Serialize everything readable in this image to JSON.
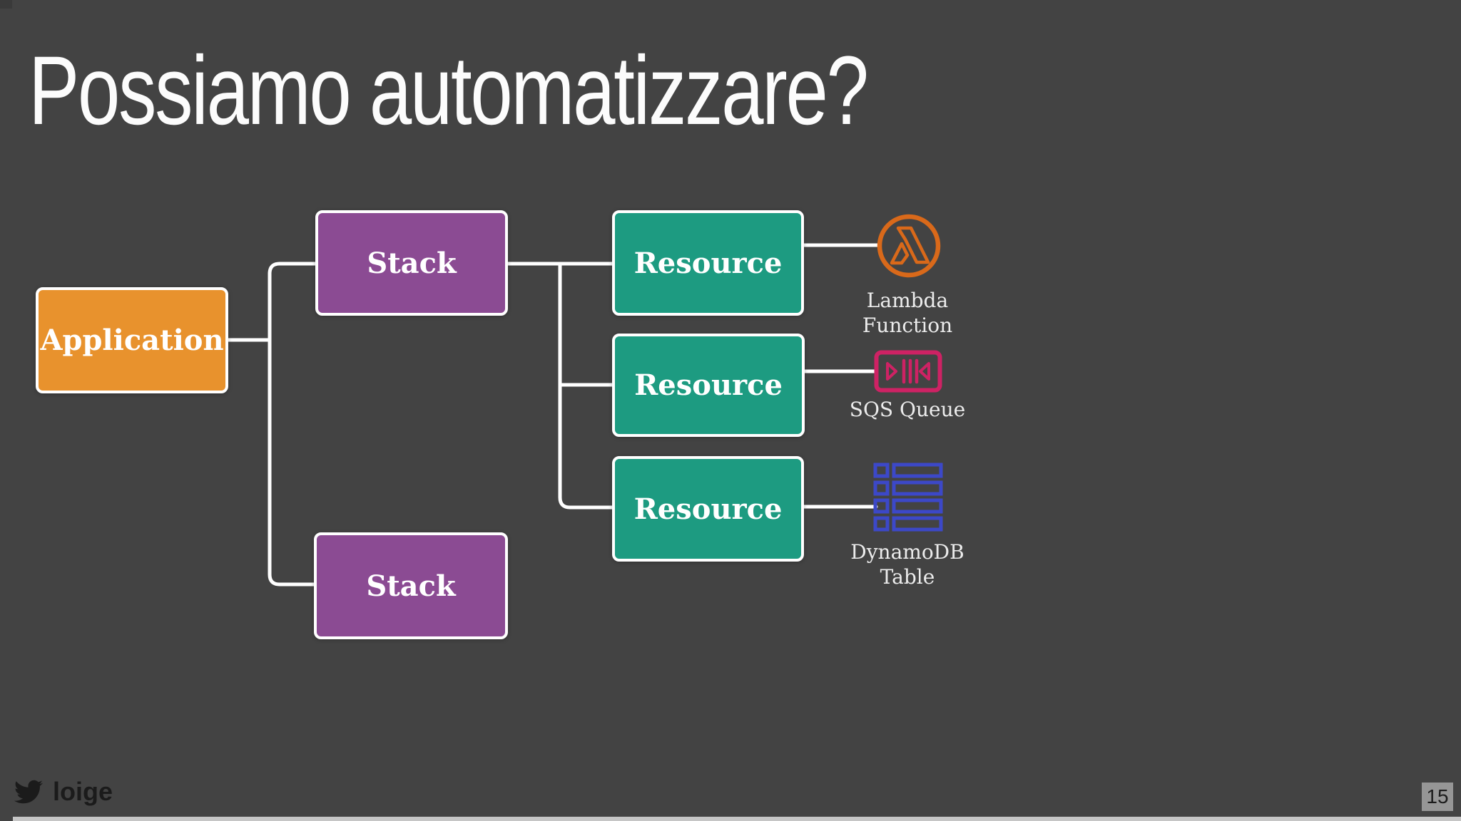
{
  "slide": {
    "title": "Possiamo automatizzare?",
    "page_number": "15",
    "footer": {
      "icon": "twitter-bird-icon",
      "twitter_handle": "loige"
    }
  },
  "diagram": {
    "nodes": [
      {
        "id": "application",
        "label": "Application"
      },
      {
        "id": "stack-top",
        "label": "Stack"
      },
      {
        "id": "stack-bottom",
        "label": "Stack"
      },
      {
        "id": "resource-1",
        "label": "Resource"
      },
      {
        "id": "resource-2",
        "label": "Resource"
      },
      {
        "id": "resource-3",
        "label": "Resource"
      }
    ],
    "aws_icons": [
      {
        "id": "lambda-function",
        "icon": "aws-lambda-icon",
        "caption_lines": [
          "Lambda",
          "Function"
        ],
        "color": "#D9691A"
      },
      {
        "id": "sqs-queue",
        "icon": "aws-sqs-queue-icon",
        "caption_lines": [
          "SQS Queue"
        ],
        "color": "#CE2264"
      },
      {
        "id": "dynamodb-table",
        "icon": "aws-dynamodb-icon",
        "caption_lines": [
          "DynamoDB",
          "Table"
        ],
        "color": "#3C48C8"
      }
    ],
    "colors": {
      "background": "#434343",
      "application_box": "#E8922D",
      "stack_box": "#8B4B93",
      "resource_box": "#1D9B81",
      "box_border": "#FFFFFF",
      "connector": "#FFFFFF",
      "lambda_icon": "#D9691A",
      "sqs_icon": "#CE2264",
      "dynamodb_icon": "#3C48C8",
      "caption_text": "#ECECEC",
      "footer_text": "#1B1B1B",
      "page_badge_bg": "#969696",
      "bottom_strip": "#C6C6C6"
    }
  }
}
